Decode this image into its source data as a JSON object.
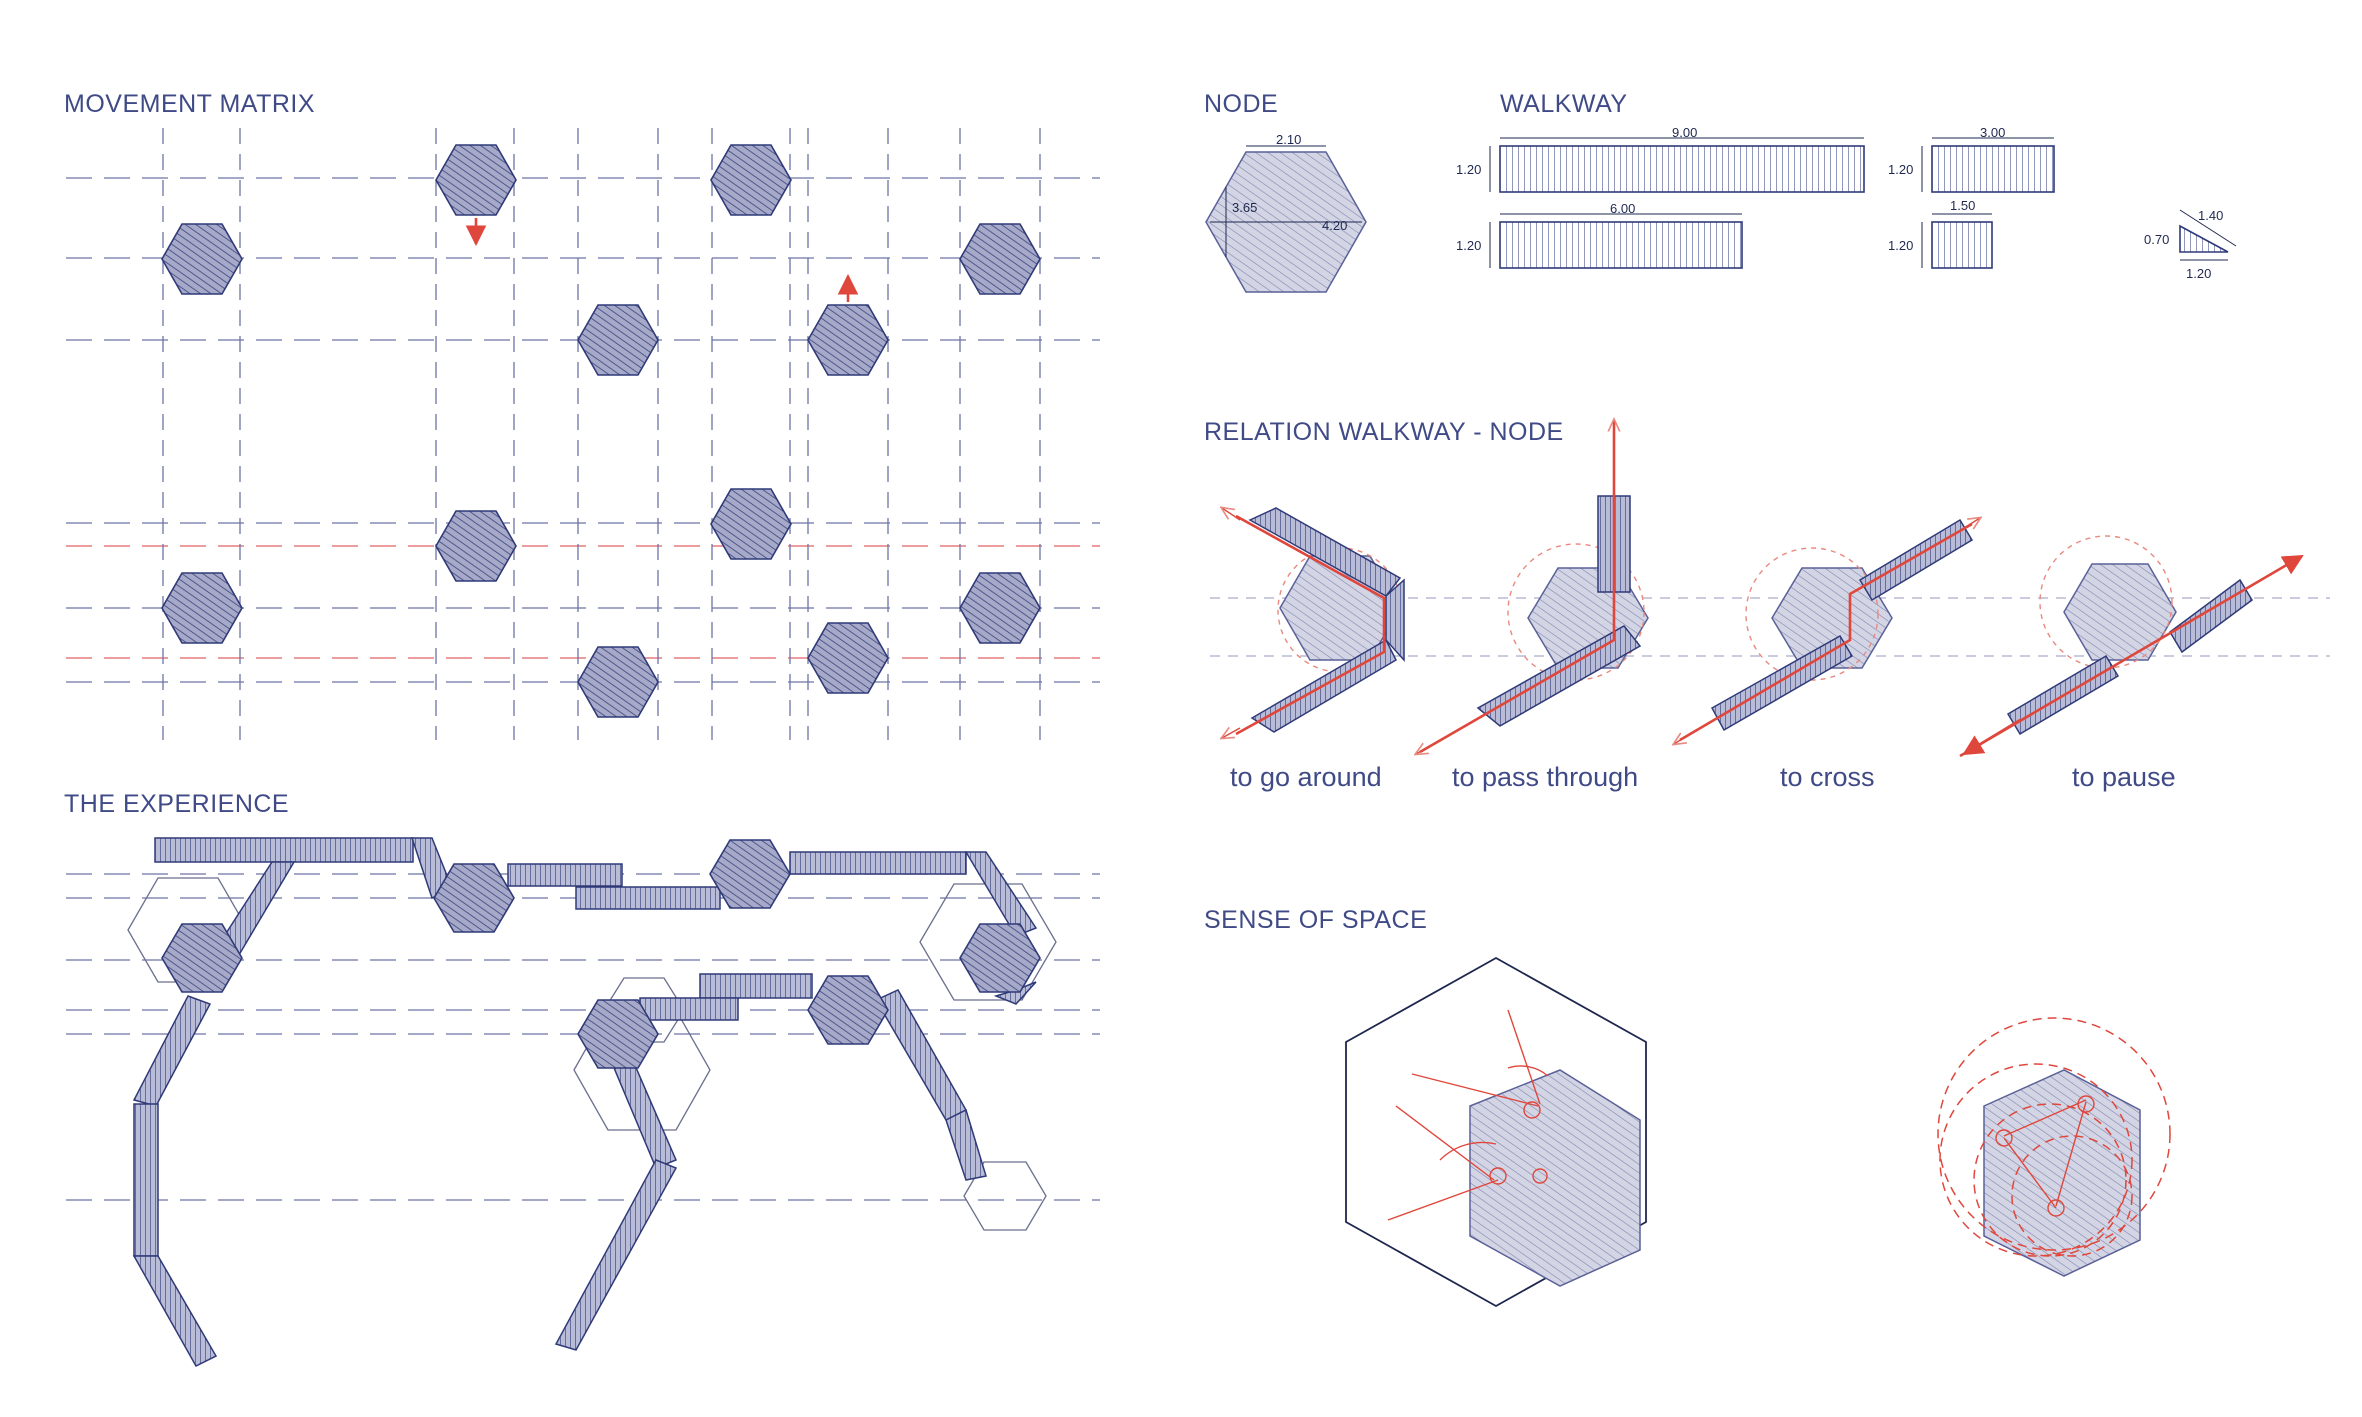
{
  "sections": {
    "movement_matrix": "MOVEMENT MATRIX",
    "the_experience": "THE EXPERIENCE",
    "node": "NODE",
    "walkway": "WALKWAY",
    "relation": "RELATION WALKWAY - NODE",
    "sense_of_space": "SENSE OF SPACE"
  },
  "node_dims": {
    "top": "2.10",
    "height": "3.65",
    "width": "4.20"
  },
  "walkway_dims": {
    "long_length": "9.00",
    "long_width": "1.20",
    "mid_length": "6.00",
    "mid_width": "1.20",
    "short_length": "3.00",
    "short_width": "1.20",
    "tiny_length": "1.50",
    "tiny_width": "1.20",
    "ramp_slope": "1.40",
    "ramp_height": "0.70",
    "ramp_length": "1.20"
  },
  "relations": [
    {
      "label": "to go around"
    },
    {
      "label": "to pass through"
    },
    {
      "label": "to cross"
    },
    {
      "label": "to pause"
    }
  ],
  "colors": {
    "ink": "#2f3a78",
    "accent_red": "#e0473c",
    "grid": "#6d74a6"
  }
}
